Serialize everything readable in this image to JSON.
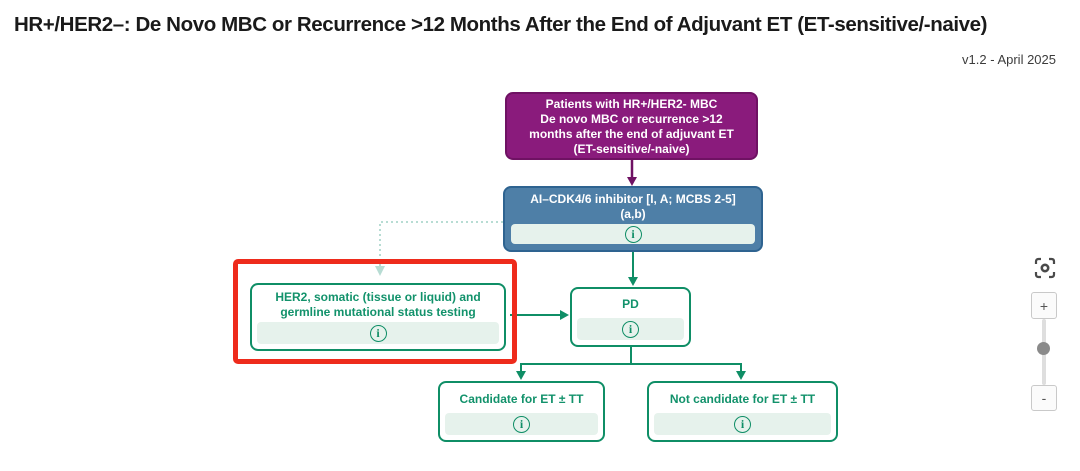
{
  "header": {
    "title": "HR+/HER2–: De Novo MBC or Recurrence >12 Months After the End of Adjuvant ET (ET-sensitive/-naive)",
    "version": "v1.2 - April 2025"
  },
  "flowchart": {
    "nodes": {
      "patients": {
        "text": "Patients with HR+/HER2- MBC\nDe novo MBC or recurrence >12\nmonths after the end of adjuvant ET\n(ET-sensitive/-naive)",
        "style": "purple"
      },
      "ai_cdk": {
        "text": "AI–CDK4/6 inhibitor [I, A; MCBS 2-5]\n(a,b)",
        "style": "blue",
        "has_info": true
      },
      "testing": {
        "text": "HER2, somatic (tissue or liquid) and\ngermline mutational status testing",
        "style": "green",
        "has_info": true,
        "highlighted": true
      },
      "pd": {
        "text": "PD",
        "style": "green",
        "has_info": true
      },
      "candidate": {
        "text": "Candidate for ET ± TT",
        "style": "green",
        "has_info": true
      },
      "not_candidate": {
        "text": "Not candidate for ET ± TT",
        "style": "green",
        "has_info": true
      }
    },
    "highlight": {
      "color": "#ee2b1c",
      "target": "testing"
    }
  },
  "icons": {
    "info_glyph": "i"
  },
  "zoom_controls": {
    "reset_view": "fit-view",
    "zoom_in_label": "+",
    "zoom_out_label": "-"
  },
  "theme": {
    "purple_bg": "#8a1b7c",
    "purple_border": "#6f1263",
    "blue_bg": "#4e7fa7",
    "blue_border": "#2e6390",
    "green": "#0f8e66",
    "green_text": "#12926b",
    "strip_bg": "#e6f2ec",
    "red_highlight": "#ee2b1c",
    "dotted": "#b7dcd3"
  }
}
